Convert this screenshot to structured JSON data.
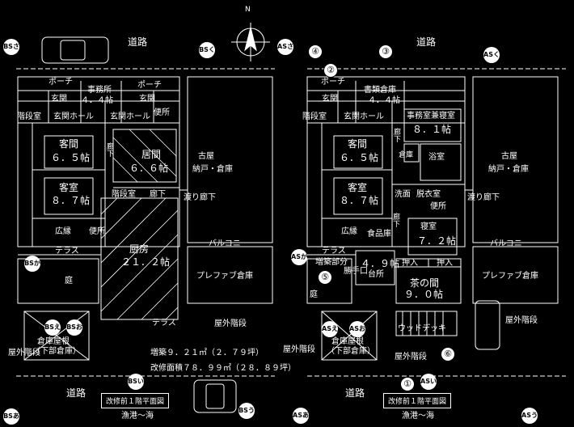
{
  "north_label": "N",
  "sea_label": "漁港〜海",
  "road_label": "道路",
  "before": {
    "caption": "改修前１階平面図",
    "rooms": {
      "porch1": "ポーチ",
      "porch2": "ポーチ",
      "office": "事務所",
      "office_size": "４．４帖",
      "entry1": "玄関",
      "entry2": "玄関",
      "stairs": "階段室",
      "hall1": "玄関ホール",
      "hall2": "玄関ホール",
      "toilet": "便所",
      "guest1": "客間",
      "guest1_size": "６．５帖",
      "guest2": "客室",
      "guest2_size": "８．７帖",
      "corridor": "廊下",
      "living": "居間",
      "living_size": "６．６帖",
      "stairs2": "階段室",
      "corridor2": "廊下",
      "veranda": "広縁",
      "toilet2": "便所",
      "kitchen": "厨房",
      "kitchen_size": "２１．２帖",
      "terrace": "テラス",
      "terrace2": "テラス",
      "garden": "庭",
      "storage": "倉庫屋根",
      "storage2": "（下部倉庫）",
      "outer_stairs": "屋外階段",
      "outer_stairs2": "屋外階段",
      "old_house": "古屋",
      "old_house_sub": "納戸・倉庫",
      "balcony": "バルコニー",
      "prefab": "プレファブ倉庫",
      "bridge": "渡り廊下"
    },
    "area_increase": "増築９．２１㎡（２．７９坪）",
    "area_renovation": "改修面積７８．９９㎡（２８．８９坪）",
    "tags": [
      "BSさ",
      "BSく",
      "BSか",
      "BSえ",
      "BSお",
      "BSい",
      "BSあ",
      "BSう"
    ]
  },
  "after": {
    "caption": "改修前１階平面図",
    "rooms": {
      "porch": "ポーチ",
      "storage_room": "書類倉庫",
      "storage_size": "４．４帖",
      "entry": "玄関",
      "stairs": "階段室",
      "hall": "玄関ホール",
      "office": "事務室兼寝室",
      "office_size": "８．１帖",
      "corridor": "廊下",
      "guest1": "客間",
      "guest1_size": "６．５帖",
      "store": "倉庫",
      "bath": "浴室",
      "guest2": "客室",
      "guest2_size": "８．７帖",
      "wash": "洗面",
      "dressing": "脱衣室",
      "toilet": "便所",
      "bridge": "渡り廊下",
      "corridor2": "廊下",
      "veranda": "広縁",
      "pantry": "食品庫",
      "bedroom": "寝室",
      "bedroom_size": "７．２帖",
      "terrace": "テラス",
      "extension": "増築部分",
      "kitchen_size": "４．９帖",
      "back_door": "勝手口",
      "kitchen": "台所",
      "closet1": "押入",
      "closet2": "押入",
      "tea_room": "茶の間",
      "tea_room_size": "９．０帖",
      "garden": "庭",
      "wood_deck": "ウッドデッキ",
      "storage": "倉庫屋根",
      "storage2": "（下部倉庫）",
      "outer_stairs": "屋外階段",
      "outer_stairs2": "屋外階段",
      "outer_stairs3": "屋外階段",
      "old_house": "古屋",
      "old_house_sub": "納戸・倉庫",
      "balcony": "バルコニー",
      "prefab": "プレファブ倉庫"
    },
    "numbers": [
      "①",
      "②",
      "③",
      "④",
      "⑤",
      "⑥"
    ],
    "tags": [
      "ASさ",
      "ASく",
      "ASか",
      "ASえ",
      "ASお",
      "ASい",
      "ASあ",
      "ASう"
    ]
  }
}
